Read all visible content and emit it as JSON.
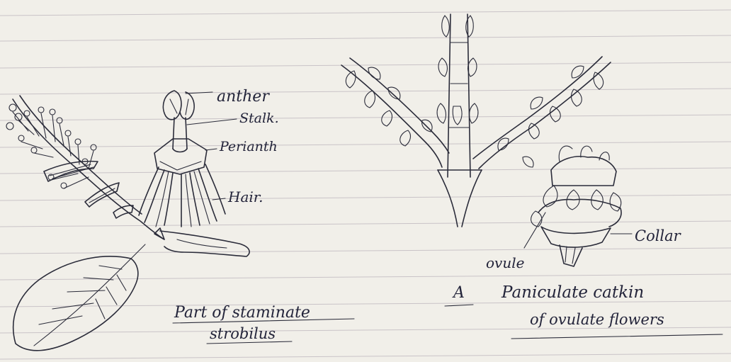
{
  "labels": {
    "anther": "anther",
    "stalk": "Stalk.",
    "perianth": "Perianth",
    "hair": "Hair.",
    "collar": "Collar",
    "ovule": "ovule",
    "figure_letter": "A"
  },
  "captions": {
    "staminate_line1": "Part of staminate",
    "staminate_line2": "strobilus",
    "ovulate_line1": "Paniculate catkin",
    "ovulate_line2": "of ovulate flowers"
  },
  "colors": {
    "paper": "#f1efe9",
    "ink": "#2b2c3a",
    "rule": "#c9c3c7"
  }
}
